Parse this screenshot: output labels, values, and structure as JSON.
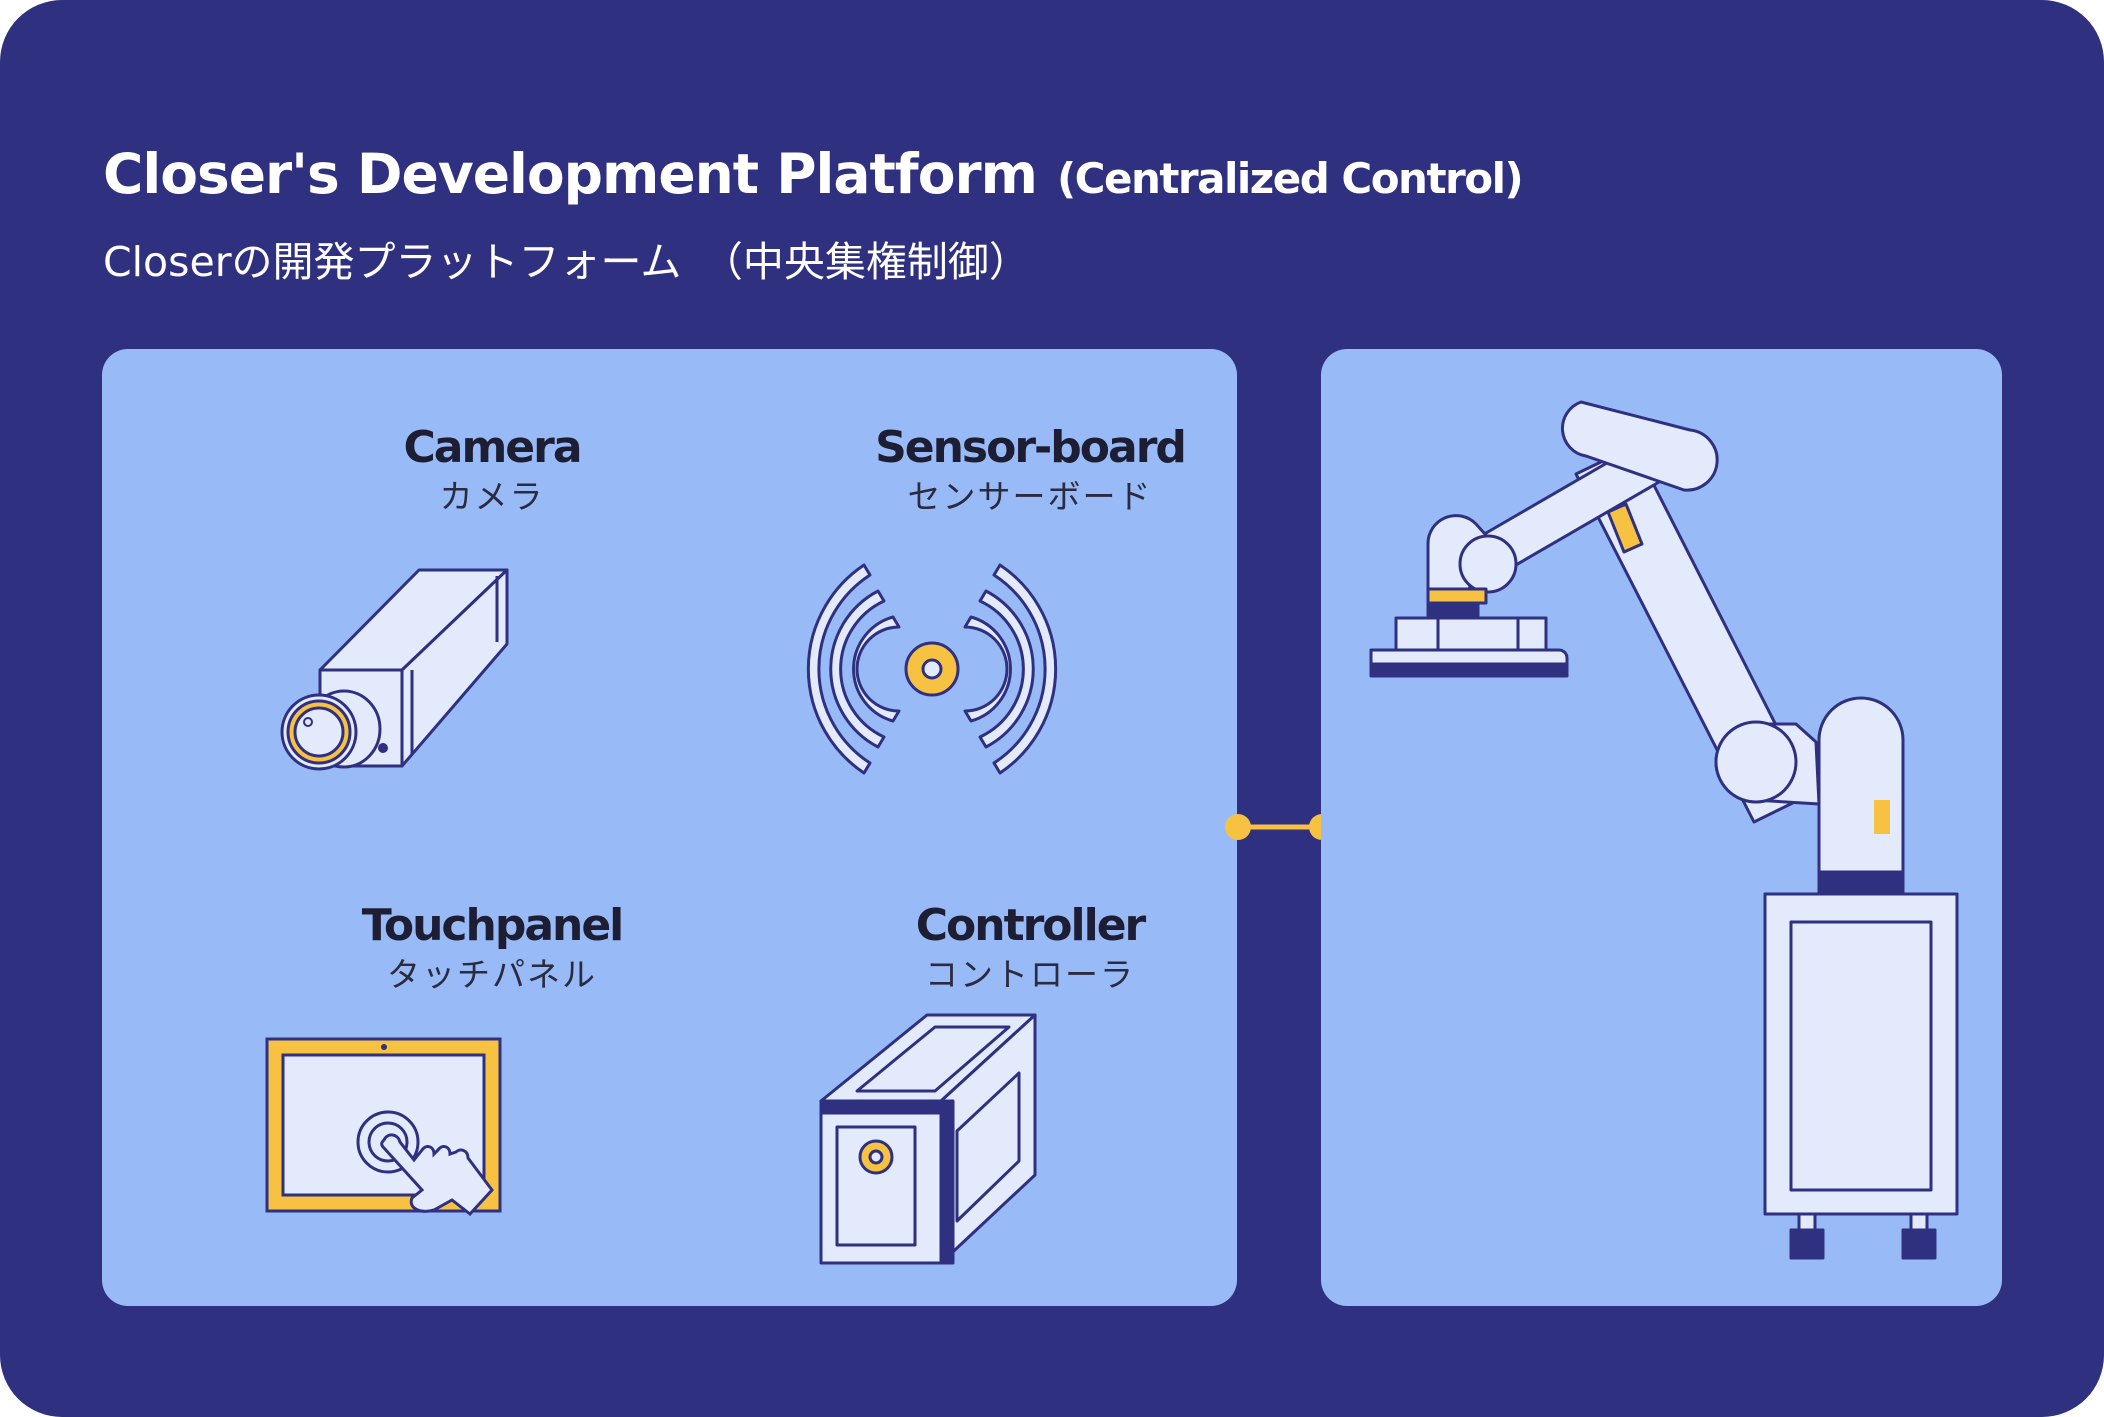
{
  "header": {
    "title": "Closer's Development Platform",
    "title_note": "(Centralized Control)",
    "subtitle": "Closerの開発プラットフォーム　（中央集権制御）"
  },
  "devices": [
    {
      "name": "Camera",
      "name_ja": "カメラ",
      "icon": "camera-icon"
    },
    {
      "name": "Sensor-board",
      "name_ja": "センサーボード",
      "icon": "sensor-board-icon"
    },
    {
      "name": "Touchpanel",
      "name_ja": "タッチパネル",
      "icon": "touchpanel-icon"
    },
    {
      "name": "Controller",
      "name_ja": "コントローラ",
      "icon": "controller-icon"
    }
  ],
  "robot": {
    "icon": "robot-arm-icon"
  },
  "link": {
    "icon": "connection-link-icon"
  },
  "colors": {
    "background": "#2f3080",
    "panel": "#98bbf8",
    "accent": "#f7c242",
    "outline": "#2f3080",
    "fill_light": "#e3eafb",
    "text_dark": "#1d1e33"
  }
}
